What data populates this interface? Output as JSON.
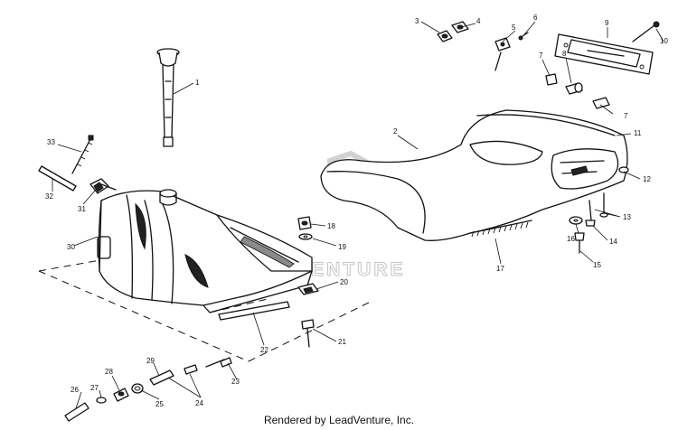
{
  "diagram": {
    "watermark_text": "LEADVENTURE",
    "footer_credit": "Rendered by LeadVenture, Inc.",
    "callouts": {
      "c1": "1",
      "c2": "2",
      "c3": "3",
      "c4": "4",
      "c5": "5",
      "c6": "6",
      "c7a": "7",
      "c7b": "7",
      "c8": "8",
      "c9": "9",
      "c10": "10",
      "c11": "11",
      "c12": "12",
      "c13": "13",
      "c14": "14",
      "c15": "15",
      "c16": "16",
      "c17": "17",
      "c18": "18",
      "c19": "19",
      "c20": "20",
      "c21": "21",
      "c22": "22",
      "c23": "23",
      "c24": "24",
      "c25": "25",
      "c26": "26",
      "c27": "27",
      "c28": "28",
      "c29": "29",
      "c30": "30",
      "c31": "31",
      "c32": "32",
      "c33": "33"
    }
  }
}
